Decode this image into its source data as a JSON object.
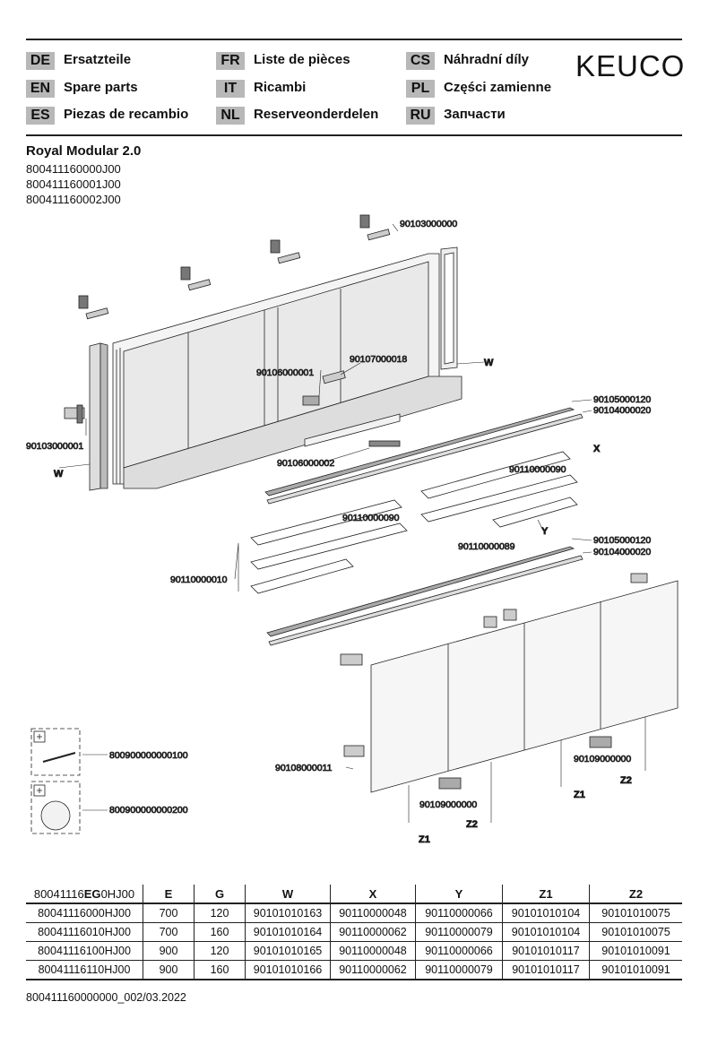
{
  "languages": [
    {
      "code": "DE",
      "label": "Ersatzteile"
    },
    {
      "code": "EN",
      "label": "Spare parts"
    },
    {
      "code": "ES",
      "label": "Piezas de recambio"
    },
    {
      "code": "FR",
      "label": "Liste de pièces"
    },
    {
      "code": "IT",
      "label": "Ricambi"
    },
    {
      "code": "NL",
      "label": "Reserveonderdelen"
    },
    {
      "code": "CS",
      "label": "Náhradní díly"
    },
    {
      "code": "PL",
      "label": "Części zamienne"
    },
    {
      "code": "RU",
      "label": "Запчасти"
    }
  ],
  "brand": "KEUCO",
  "product": {
    "name": "Royal Modular 2.0",
    "articles": [
      "800411160000J00",
      "800411160001J00",
      "800411160002J00"
    ]
  },
  "diagram": {
    "part_numbers": {
      "top_brackets": "90103000000",
      "side_brackets": "90103000001",
      "w_top": "W",
      "w_left": "W",
      "p90106000001": "90106000001",
      "p90107000018": "90107000018",
      "p90106000002": "90106000002",
      "p90105000120_a": "90105000120",
      "p90104000020_a": "90104000020",
      "x": "X",
      "p90110000090_a": "90110000090",
      "p90110000090_b": "90110000090",
      "p90110000089": "90110000089",
      "y": "Y",
      "p90105000120_b": "90105000120",
      "p90104000020_b": "90104000020",
      "p90110000010": "90110000010",
      "p90108000011": "90108000011",
      "p90109000000_a": "90109000000",
      "z1_a": "Z1",
      "z2_a": "Z2",
      "p90109000000_b": "90109000000",
      "z1_b": "Z1",
      "z2_b": "Z2",
      "accessory_1": "800900000000100",
      "accessory_2": "800900000000200"
    }
  },
  "table": {
    "header_prefix": "80041116",
    "header_bold": "EG",
    "header_suffix": "0HJ00",
    "columns": [
      "E",
      "G",
      "W",
      "X",
      "Y",
      "Z1",
      "Z2"
    ],
    "rows": [
      [
        "80041116000HJ00",
        "700",
        "120",
        "90101010163",
        "90110000048",
        "90110000066",
        "90101010104",
        "90101010075"
      ],
      [
        "80041116010HJ00",
        "700",
        "160",
        "90101010164",
        "90110000062",
        "90110000079",
        "90101010104",
        "90101010075"
      ],
      [
        "80041116100HJ00",
        "900",
        "120",
        "90101010165",
        "90110000048",
        "90110000066",
        "90101010117",
        "90101010091"
      ],
      [
        "80041116110HJ00",
        "900",
        "160",
        "90101010166",
        "90110000062",
        "90110000079",
        "90101010117",
        "90101010091"
      ]
    ]
  },
  "footer": "800411160000000_002/03.2022"
}
